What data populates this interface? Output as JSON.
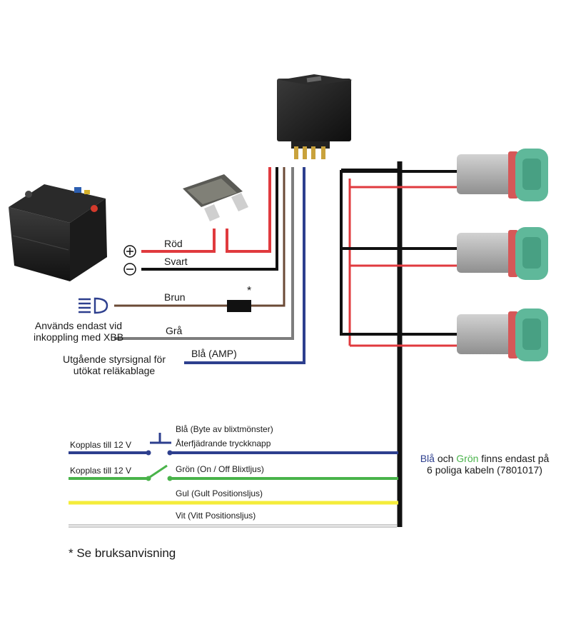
{
  "colors": {
    "red": "#e03a3e",
    "black": "#111111",
    "brown": "#6b4a36",
    "gray": "#7d7d7d",
    "blue": "#2d3f8e",
    "green": "#49b34a",
    "yellow": "#f4ec3a",
    "white_wire": "#9a9a9a",
    "connector_gray": "#b5b5b5",
    "connector_teal": "#5fb89a"
  },
  "icons": [
    "battery-icon",
    "fuse-icon",
    "relay-icon",
    "headlight-icon",
    "connector-icon",
    "plus-icon",
    "minus-icon",
    "switch-icon"
  ],
  "wires": {
    "red": "Röd",
    "black": "Svart",
    "brown": "Brun",
    "fuse_mark": "*",
    "gray": "Grå",
    "blue_amp": "Blå (AMP)"
  },
  "notes": {
    "headlight_line1": "Används endast vid",
    "headlight_line2": "inkoppling med XBB",
    "output_line1": "Utgående styrsignal för",
    "output_line2": "utökat reläkablage"
  },
  "lower": {
    "blue_title": "Blå (Byte av blixtmönster)",
    "blue_sub": "Återfjädrande tryckknapp",
    "connect_12v_1": "Kopplas till 12 V",
    "connect_12v_2": "Kopplas till 12 V",
    "green_label": "Grön (On / Off Blixtljus)",
    "yellow_label": "Gul (Gult Positionsljus)",
    "white_label": "Vit (Vitt Positionsljus)"
  },
  "side_note": {
    "blue_word": "Blå",
    "och": " och ",
    "green_word": "Grön",
    "rest_line1": " finns endast på",
    "line2": "6 poliga kabeln (7801017)"
  },
  "footnote": "* Se bruksanvisning"
}
